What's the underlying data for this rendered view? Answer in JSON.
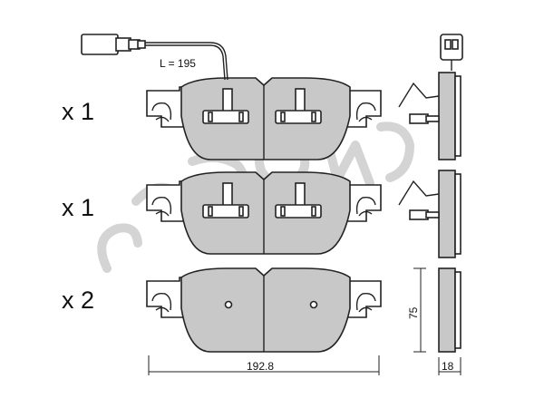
{
  "quantities": [
    "x 1",
    "x 1",
    "x 2"
  ],
  "wire_length_label": "L = 195",
  "dimensions": {
    "width": "192.8",
    "height": "75",
    "thickness": "18"
  }
}
